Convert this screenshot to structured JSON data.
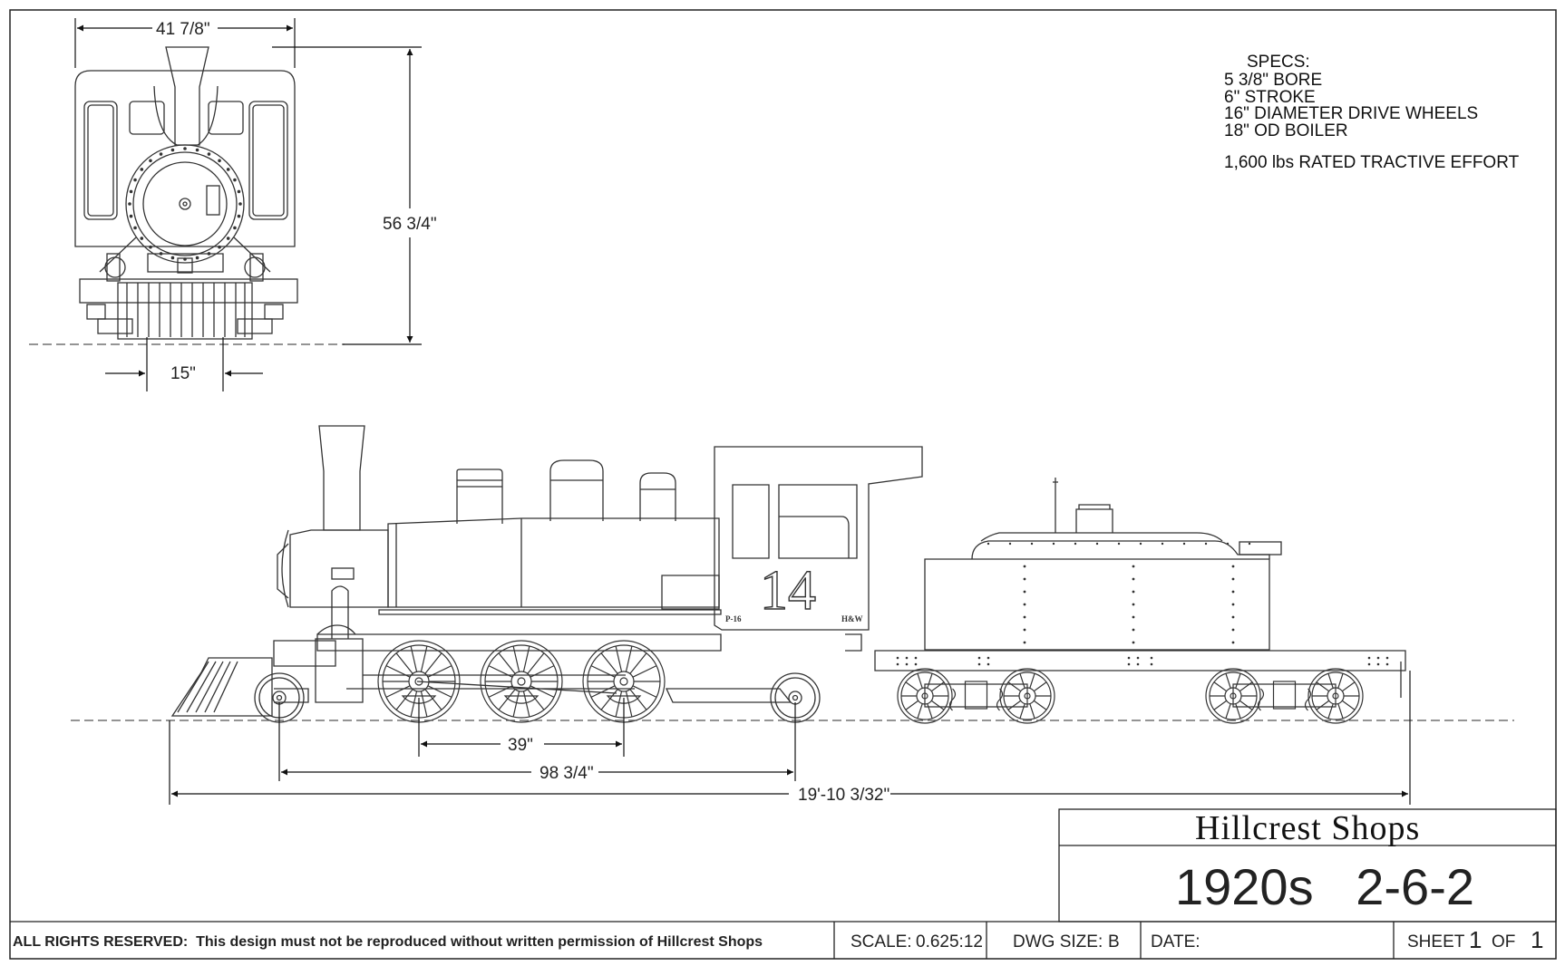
{
  "dimensions": {
    "front_width": "41 7/8\"",
    "front_height": "56 3/4\"",
    "track_gauge": "15\"",
    "driver_spacing": "39\"",
    "wheelbase": "98 3/4\"",
    "overall_length": "19'-10 3/32\""
  },
  "specs": {
    "heading": "SPECS:",
    "lines": [
      "5 3/8\" BORE",
      "6\" STROKE",
      "16\" DIAMETER DRIVE WHEELS",
      "18\" OD BOILER"
    ],
    "tractive_effort": "1,600 lbs RATED TRACTIVE EFFORT"
  },
  "locomotive": {
    "cab_number": "14",
    "class_label": "P-16",
    "road_initials": "H&W"
  },
  "title_block": {
    "company": "Hillcrest Shops",
    "drawing_title": "1920s   2-6-2",
    "rights": "ALL RIGHTS RESERVED:  This design must not be reproduced without written permission of Hillcrest Shops",
    "scale_label": "SCALE:",
    "scale_value": "0.625:12",
    "dwg_size_label": "DWG SIZE:",
    "dwg_size_value": "B",
    "date_label": "DATE:",
    "date_value": "",
    "sheet_label": "SHEET",
    "sheet_number": "1",
    "of_label": "OF",
    "sheet_total": "1"
  }
}
